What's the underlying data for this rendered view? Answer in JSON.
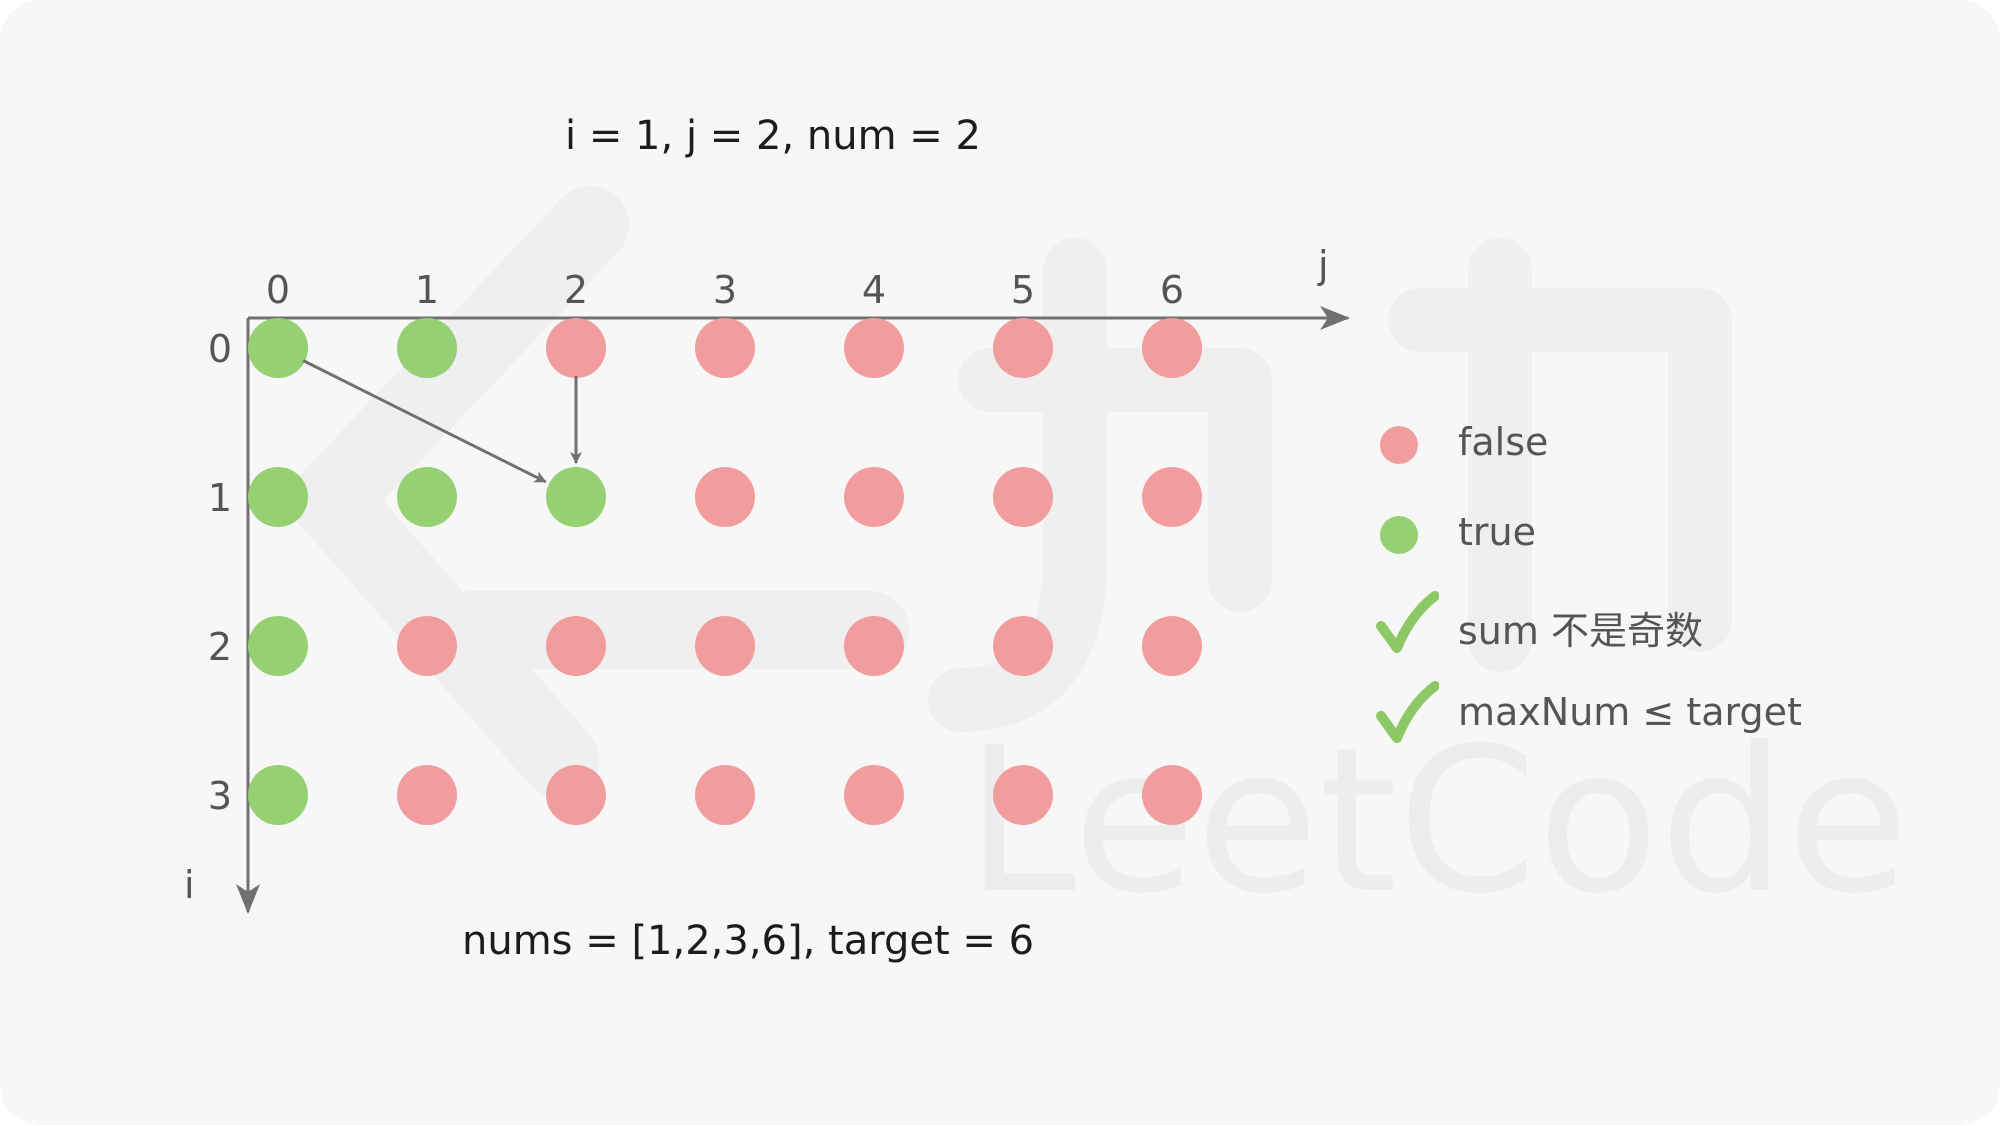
{
  "title": "i = 1, j = 2, num = 2",
  "caption": "nums = [1,2,3,6], target = 6",
  "axes": {
    "j_label": "j",
    "i_label": "i",
    "j_ticks": [
      "0",
      "1",
      "2",
      "3",
      "4",
      "5",
      "6"
    ],
    "i_ticks": [
      "0",
      "1",
      "2",
      "3"
    ]
  },
  "grid": [
    [
      true,
      true,
      false,
      false,
      false,
      false,
      false
    ],
    [
      true,
      true,
      true,
      false,
      false,
      false,
      false
    ],
    [
      true,
      false,
      false,
      false,
      false,
      false,
      false
    ],
    [
      true,
      false,
      false,
      false,
      false,
      false,
      false
    ]
  ],
  "transitions": [
    {
      "from": [
        0,
        0
      ],
      "to": [
        1,
        2
      ]
    },
    {
      "from": [
        0,
        2
      ],
      "to": [
        1,
        2
      ]
    }
  ],
  "legend": {
    "false_label": "false",
    "true_label": "true",
    "check1_label": "sum 不是奇数",
    "check2_label": "maxNum ≤ target"
  },
  "watermark": "LeetCode",
  "colors": {
    "true": "#95d073",
    "false": "#f19d9d",
    "check": "#8cc966",
    "axis": "#707070",
    "text": "#1c1c1c",
    "legend_text": "#555555"
  }
}
